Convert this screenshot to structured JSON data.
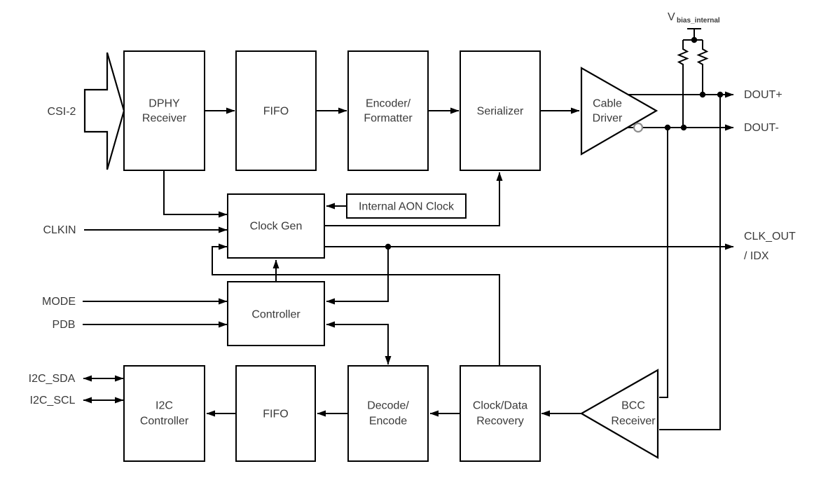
{
  "diagram": {
    "colors": {
      "background": "#ffffff",
      "line": "#000000",
      "text": "#3a3a3a",
      "inverter_bubble": "#8c8c8c"
    },
    "blocks": {
      "dphy_receiver": {
        "line1": "DPHY",
        "line2": "Receiver"
      },
      "tx_fifo": {
        "label": "FIFO"
      },
      "encoder_formatter": {
        "line1": "Encoder/",
        "line2": "Formatter"
      },
      "serializer": {
        "label": "Serializer"
      },
      "cable_driver": {
        "line1": "Cable",
        "line2": "Driver"
      },
      "internal_aon_clock": {
        "label": "Internal AON Clock"
      },
      "clock_gen": {
        "label": "Clock Gen"
      },
      "controller": {
        "label": "Controller"
      },
      "i2c_controller": {
        "line1": "I2C",
        "line2": "Controller"
      },
      "rx_fifo": {
        "label": "FIFO"
      },
      "decode_encode": {
        "line1": "Decode/",
        "line2": "Encode"
      },
      "clock_data_recovery": {
        "line1": "Clock/Data",
        "line2": "Recovery"
      },
      "bcc_receiver": {
        "line1": "BCC",
        "line2": "Receiver"
      }
    },
    "ports": {
      "csi2": {
        "label": "CSI-2"
      },
      "clkin": {
        "label": "CLKIN"
      },
      "mode": {
        "label": "MODE"
      },
      "pdb": {
        "label": "PDB"
      },
      "i2c_sda": {
        "label": "I2C_SDA"
      },
      "i2c_scl": {
        "label": "I2C_SCL"
      },
      "dout_plus": {
        "label": "DOUT+"
      },
      "dout_minus": {
        "label": "DOUT-"
      },
      "clk_out": {
        "line1": "CLK_OUT",
        "line2": "/ IDX"
      },
      "vbias": {
        "main": "V",
        "sub": "bias_internal"
      }
    },
    "connections": [
      "CSI-2 → DPHY Receiver",
      "DPHY Receiver → FIFO",
      "FIFO → Encoder/Formatter",
      "Encoder/Formatter → Serializer",
      "Serializer → Cable Driver",
      "Cable Driver → DOUT+",
      "Cable Driver → DOUT- (inverting output)",
      "Vbias_internal → resistor → DOUT+ node",
      "Vbias_internal → resistor → DOUT- node",
      "DOUT- node → BCC Receiver",
      "DOUT+ node → BCC Receiver",
      "DPHY Receiver → Clock Gen",
      "CLKIN → Clock Gen",
      "Internal AON Clock → Clock Gen",
      "Clock/Data Recovery → Clock Gen",
      "Controller → Clock Gen",
      "Clock Gen → Serializer",
      "Clock Gen → CLK_OUT / IDX",
      "CLK_OUT tap → Controller",
      "MODE → Controller",
      "PDB → Controller",
      "Controller ↔ Decode/Encode",
      "BCC Receiver → Clock/Data Recovery",
      "Clock/Data Recovery → Decode/Encode",
      "Decode/Encode → FIFO",
      "FIFO → I2C Controller",
      "I2C_SDA ↔ I2C Controller",
      "I2C_SCL ↔ I2C Controller"
    ]
  }
}
